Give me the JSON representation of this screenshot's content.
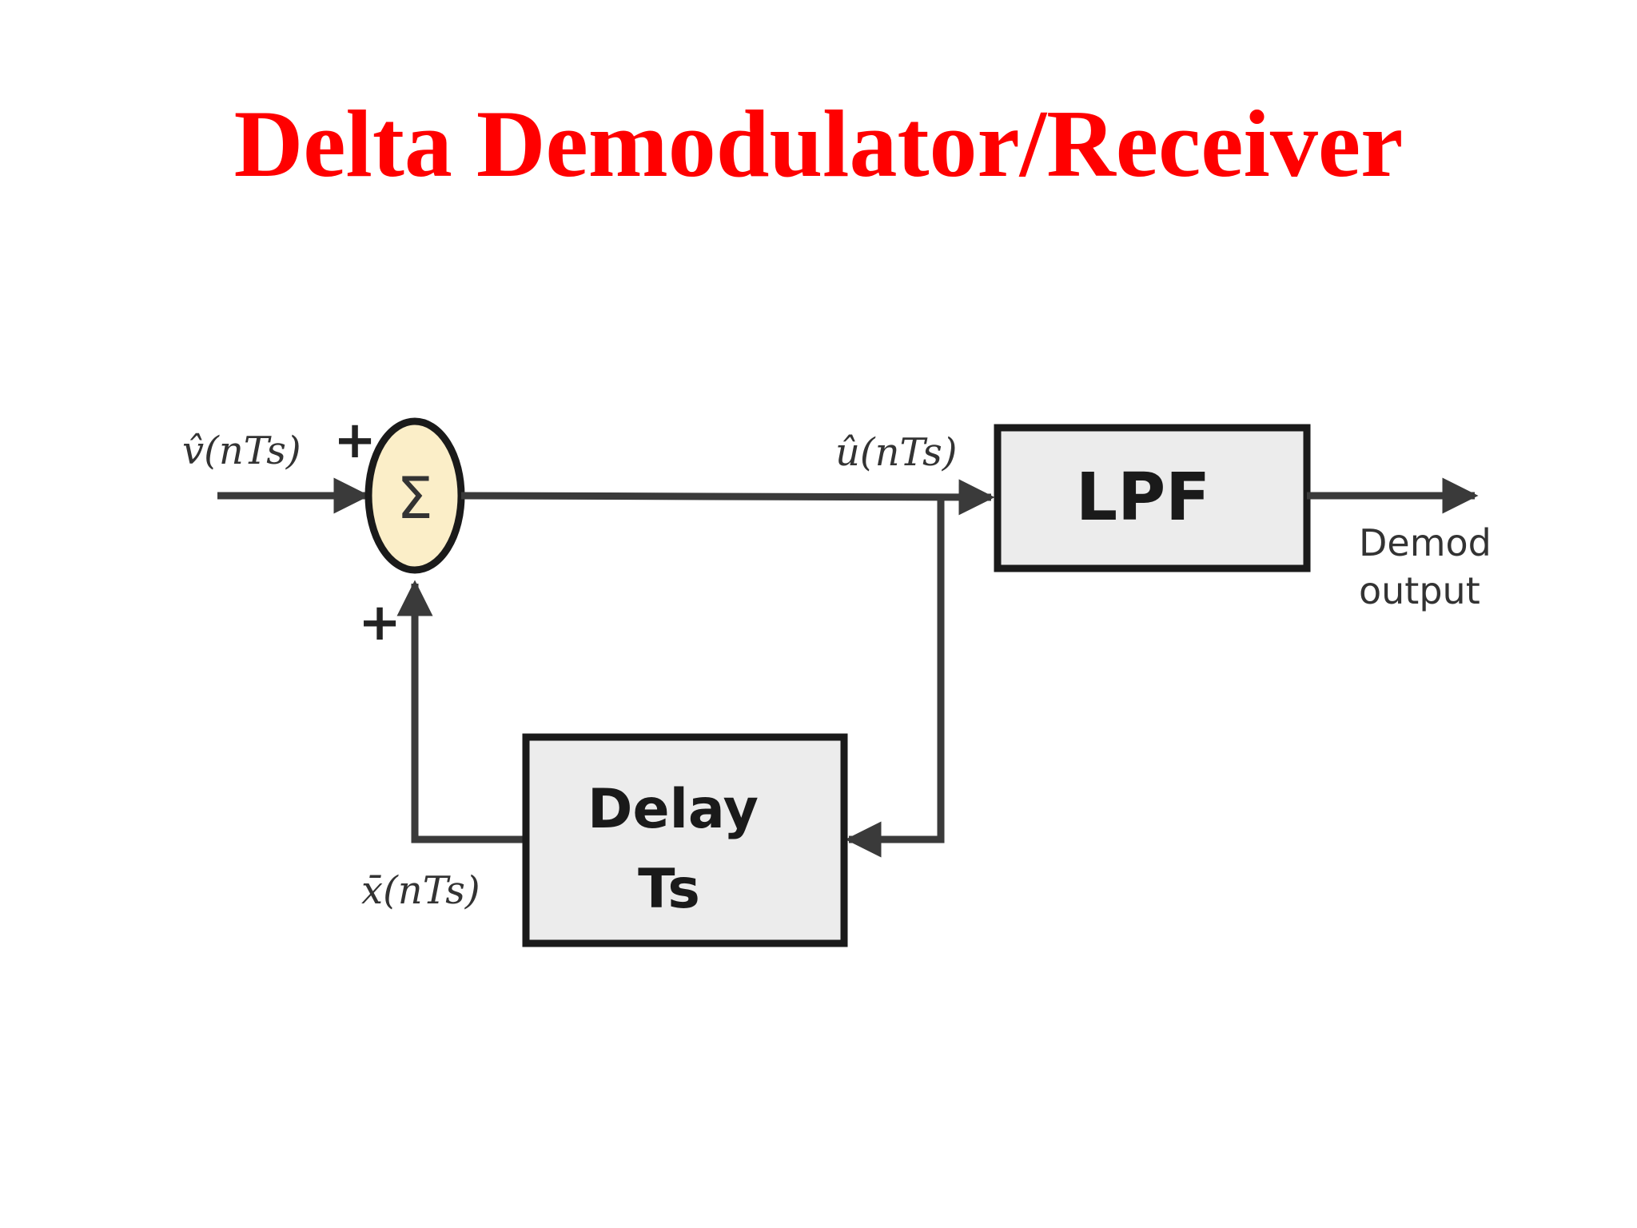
{
  "title": "Delta Demodulator/Receiver",
  "diagram": {
    "input_label": "v̂(nTs)",
    "summer": {
      "symbol": "Σ",
      "top_sign": "+",
      "bottom_sign": "+"
    },
    "intermediate_label": "û(nTs)",
    "lpf_label": "LPF",
    "delay_label_line1": "Delay",
    "delay_label_line2": "Ts",
    "feedback_label": "x̄(nTs)",
    "output_label_line1": "Demod",
    "output_label_line2": "output"
  },
  "colors": {
    "title": "#ff0000",
    "line": "#3a3a3a",
    "block_fill": "#ececec",
    "summer_fill": "#fbeec8"
  }
}
